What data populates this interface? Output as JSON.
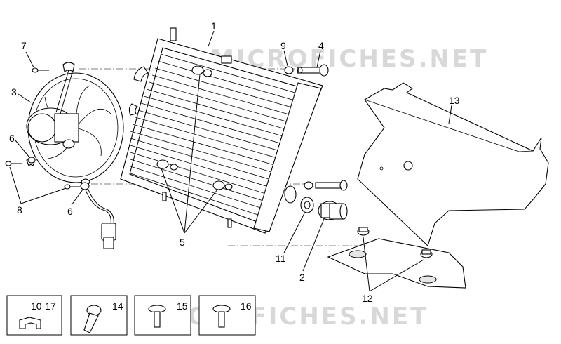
{
  "watermark": "MICROFICHES.NET",
  "callouts": {
    "c1": "1",
    "c2": "2",
    "c3": "3",
    "c4": "4",
    "c5": "5",
    "c6a": "6",
    "c6b": "6",
    "c7": "7",
    "c8": "8",
    "c9": "9",
    "c11": "11",
    "c12": "12",
    "c13": "13"
  },
  "legend_boxes": [
    {
      "label": "10-17"
    },
    {
      "label": "14"
    },
    {
      "label": "15"
    },
    {
      "label": "16"
    }
  ]
}
